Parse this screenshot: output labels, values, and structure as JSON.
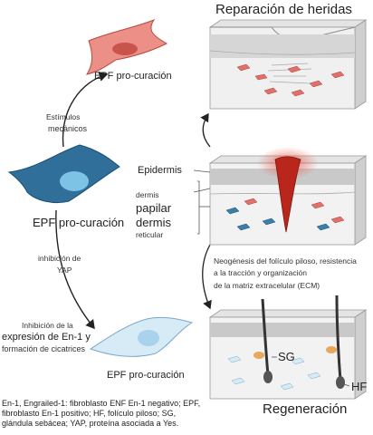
{
  "titles": {
    "wound_repair": "Reparación de heridas",
    "regeneration": "Regeneración"
  },
  "cells": {
    "top_label": "EPF pro-curación",
    "center_label": "EPF pro-curación",
    "bottom_label": "EPF pro-curación"
  },
  "arrows": {
    "mechanical_line1": "Estímulos",
    "mechanical_line2": "mecánicos",
    "yap_line1": "inhibición de",
    "yap_line2": "YAP",
    "en1_line1": "Inhibición de la",
    "en1_line2": "expresión de En-1 y",
    "en1_line3": "formación de cicatrices"
  },
  "layers": {
    "epidermis": "Epidermis",
    "dermis": "dermis",
    "papillary": "papilar",
    "dermis2": "dermis",
    "reticular": "reticular"
  },
  "regen_text": {
    "line1": "Neogénesis del folículo piloso, resistencia",
    "line2": "a la tracción y organización",
    "line3": "de la matriz extracelular (ECM)"
  },
  "tags": {
    "sg": "SG",
    "hf": "HF"
  },
  "footnote": {
    "line1": "En-1, Engrailed-1: fibroblasto ENF En-1 negativo; EPF,",
    "line2": "fibroblasto En-1 positivo; HF, folículo piloso; SG,",
    "line3": "glándula sebácea; YAP, proteína asociada a Yes."
  },
  "colors": {
    "red_cell": "#e0706a",
    "blue_cell": "#3b7fa8",
    "light_cell": "#cfe5f3",
    "wound": "#b8261c"
  }
}
